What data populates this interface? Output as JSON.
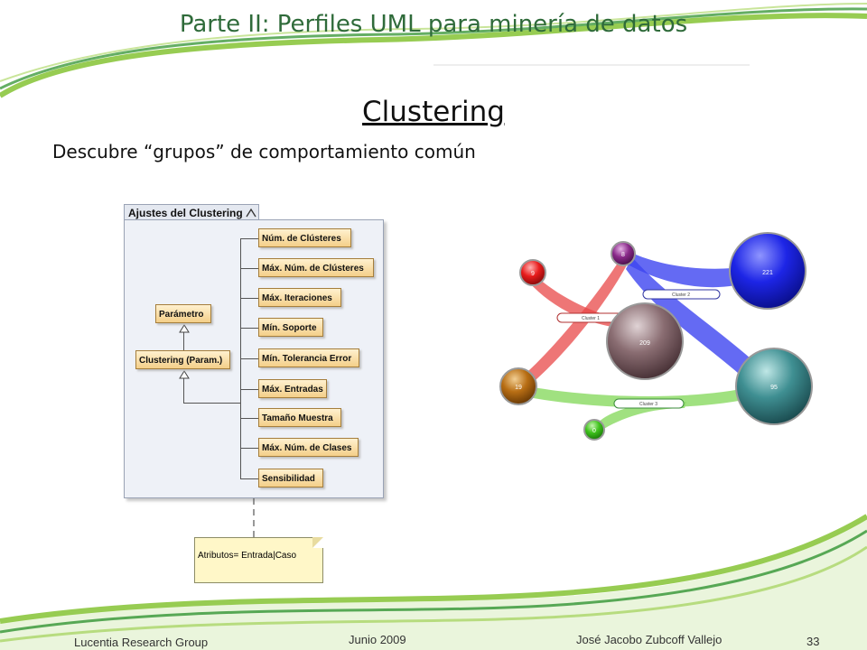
{
  "slide": {
    "title": "Parte II: Perfiles UML para minería de datos",
    "heading": "Clustering",
    "subtitle": "Descubre “grupos” de comportamiento común"
  },
  "uml": {
    "package_label": "Ajustes del Clustering",
    "parent_class": "Parámetro",
    "main_class": "Clustering (Param.)",
    "attributes": [
      "Núm. de Clústeres",
      "Máx. Núm. de Clústeres",
      "Máx. Iteraciones",
      "Mín. Soporte",
      "Mín. Tolerancia Error",
      "Máx. Entradas",
      "Tamaño Muestra",
      "Máx. Núm. de Clases",
      "Sensibilidad"
    ],
    "note": "Atributos= Entrada|Caso"
  },
  "cluster_viz": {
    "nodes": [
      "9",
      "8",
      "221",
      "209",
      "19",
      "95",
      "0"
    ],
    "edge_labels": [
      "Cluster 1",
      "Cluster 2",
      "Cluster 3"
    ]
  },
  "footer": {
    "group": "Lucentia Research Group",
    "date": "Junio  2009",
    "author": "José Jacobo Zubcoff Vallejo",
    "page": "33"
  }
}
